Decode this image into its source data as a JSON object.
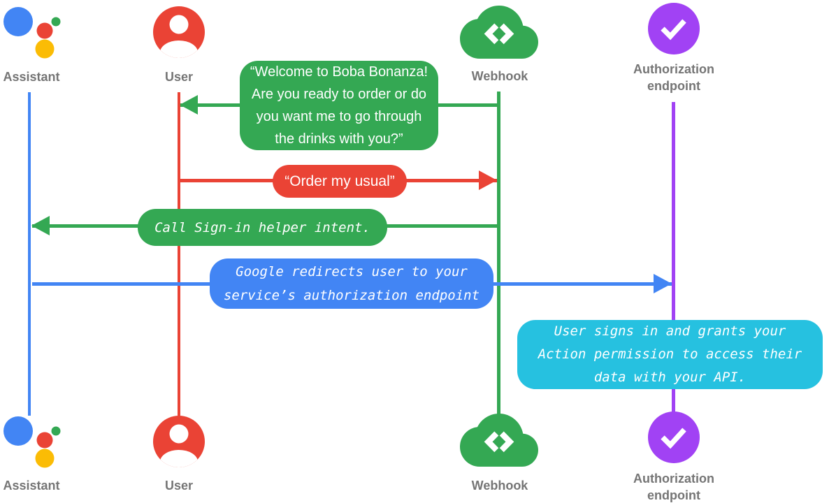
{
  "diagram": {
    "type": "sequence-diagram",
    "background": "#FFFFFF",
    "colors": {
      "blue": "#4285F4",
      "red": "#EA4335",
      "green": "#34A853",
      "yellow": "#FBBC05",
      "purple": "#A142F4",
      "cyan": "#26C1E0",
      "label_gray": "#757575"
    },
    "actors": {
      "assistant": {
        "label": "Assistant",
        "color": "#4285F4"
      },
      "user": {
        "label": "User",
        "color": "#EA4335"
      },
      "webhook": {
        "label": "Webhook",
        "color": "#34A853"
      },
      "authorization": {
        "label": "Authorization\nendpoint",
        "color": "#A142F4"
      }
    },
    "messages": {
      "welcome": {
        "text": "“Welcome to Boba Bonanza!\nAre you ready to order or do\nyou want me to go through\nthe drinks with you?”",
        "color": "#34A853"
      },
      "order": {
        "text": "“Order my usual”",
        "color": "#EA4335"
      },
      "signin": {
        "text": "Call Sign-in helper intent.",
        "color": "#34A853"
      },
      "redirect": {
        "text": "Google redirects user to your\nservice’s authorization endpoint",
        "color": "#4285F4"
      },
      "grants": {
        "text": "User signs in and grants your\nAction permission to access their\ndata with your API.",
        "color": "#26C1E0"
      }
    }
  }
}
